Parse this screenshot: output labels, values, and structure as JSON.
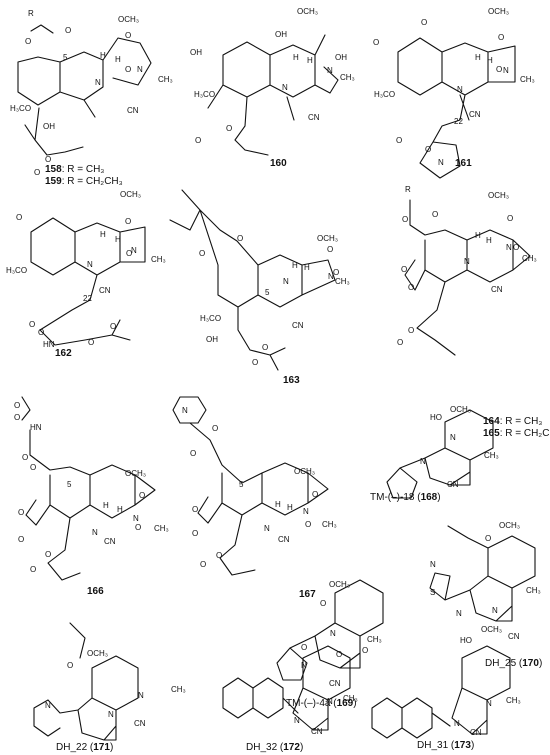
{
  "compounds": [
    {
      "id": "c158",
      "caption_lines": [
        {
          "num": "158",
          "text": ": R = CH₃"
        },
        {
          "num": "159",
          "text": ": R = CH₂CH₃"
        }
      ],
      "atoms": [
        "R",
        "O",
        "O",
        "5",
        "OCH₃",
        "O",
        "O",
        "N",
        "N",
        "CH₃",
        "H₃CO",
        "OH",
        "CN",
        "O",
        "O",
        "H",
        "H"
      ]
    },
    {
      "id": "c160",
      "caption_lines": [
        {
          "num": "160",
          "text": ""
        }
      ],
      "atoms": [
        "OH",
        "OH",
        "OCH₃",
        "OH",
        "H₃CO",
        "N",
        "N",
        "CH₃",
        "O",
        "O",
        "CN",
        "H",
        "H"
      ]
    },
    {
      "id": "c161",
      "caption_lines": [
        {
          "num": "161",
          "text": ""
        }
      ],
      "atoms": [
        "O",
        "O",
        "OCH₃",
        "O",
        "O",
        "H₃CO",
        "N",
        "N",
        "CH₃",
        "22",
        "CN",
        "O",
        "O",
        "N",
        "H",
        "H"
      ]
    },
    {
      "id": "c162",
      "caption_lines": [
        {
          "num": "162",
          "text": ""
        }
      ],
      "atoms": [
        "O",
        "OCH₃",
        "O",
        "O",
        "H₃CO",
        "N",
        "N",
        "CH₃",
        "22",
        "CN",
        "O",
        "O",
        "HN",
        "O",
        "O",
        "H",
        "H"
      ]
    },
    {
      "id": "c163",
      "caption_lines": [
        {
          "num": "163",
          "text": ""
        }
      ],
      "atoms": [
        "O",
        "O",
        "5",
        "OCH₃",
        "O",
        "O",
        "N",
        "N",
        "CH₃",
        "H₃CO",
        "OH",
        "CN",
        "O",
        "O",
        "H",
        "H"
      ]
    },
    {
      "id": "c164",
      "caption_lines": [
        {
          "num": "164",
          "text": ": R = CH₃"
        },
        {
          "num": "165",
          "text": ": R = CH₂CH₃"
        }
      ],
      "atoms": [
        "R",
        "O",
        "O",
        "OCH₃",
        "O",
        "O",
        "N",
        "N",
        "CH₃",
        "O",
        "O",
        "CN",
        "O",
        "O",
        "H",
        "H"
      ]
    },
    {
      "id": "c166",
      "caption_lines": [
        {
          "num": "166",
          "text": ""
        }
      ],
      "atoms": [
        "O",
        "O",
        "HN",
        "O",
        "O",
        "5",
        "OCH₃",
        "O",
        "O",
        "N",
        "N",
        "CH₃",
        "O",
        "O",
        "CN",
        "O",
        "O",
        "H",
        "H"
      ]
    },
    {
      "id": "c167",
      "caption_lines": [
        {
          "num": "167",
          "text": ""
        }
      ],
      "atoms": [
        "N",
        "O",
        "O",
        "5",
        "OCH₃",
        "O",
        "O",
        "N",
        "N",
        "CH₃",
        "O",
        "O",
        "CN",
        "O",
        "O",
        "H",
        "H"
      ]
    },
    {
      "id": "c168",
      "caption_lines": [
        {
          "prefix": "TM-(–)-18 (",
          "num": "168",
          "suffix": ")"
        }
      ],
      "atoms": [
        "HO",
        "OCH₃",
        "N",
        "N",
        "CH₃",
        "CN"
      ]
    },
    {
      "id": "c169",
      "caption_lines": [
        {
          "prefix": "TM-(–)-4a (",
          "num": "169",
          "suffix": ")"
        }
      ],
      "atoms": [
        "O",
        "OCH₃",
        "O",
        "N",
        "N",
        "CH₃",
        "CN"
      ]
    },
    {
      "id": "c170",
      "caption_lines": [
        {
          "prefix": "DH_25 (",
          "num": "170",
          "suffix": ")"
        }
      ],
      "atoms": [
        "O",
        "OCH₃",
        "N",
        "S",
        "N",
        "N",
        "CH₃",
        "CN"
      ]
    },
    {
      "id": "c171",
      "caption_lines": [
        {
          "prefix": "DH_22 (",
          "num": "171",
          "suffix": ")"
        }
      ],
      "atoms": [
        "O",
        "OCH₃",
        "N",
        "N",
        "N",
        "CH₃",
        "CN"
      ]
    },
    {
      "id": "c172",
      "caption_lines": [
        {
          "prefix": "DH_32 (",
          "num": "172",
          "suffix": ")"
        }
      ],
      "atoms": [
        "O",
        "O",
        "N",
        "N",
        "CH₃",
        "CN"
      ]
    },
    {
      "id": "c173",
      "caption_lines": [
        {
          "prefix": "DH_31 (",
          "num": "173",
          "suffix": ")"
        }
      ],
      "atoms": [
        "HO",
        "OCH₃",
        "N",
        "N",
        "CH₃",
        "CN"
      ]
    }
  ]
}
